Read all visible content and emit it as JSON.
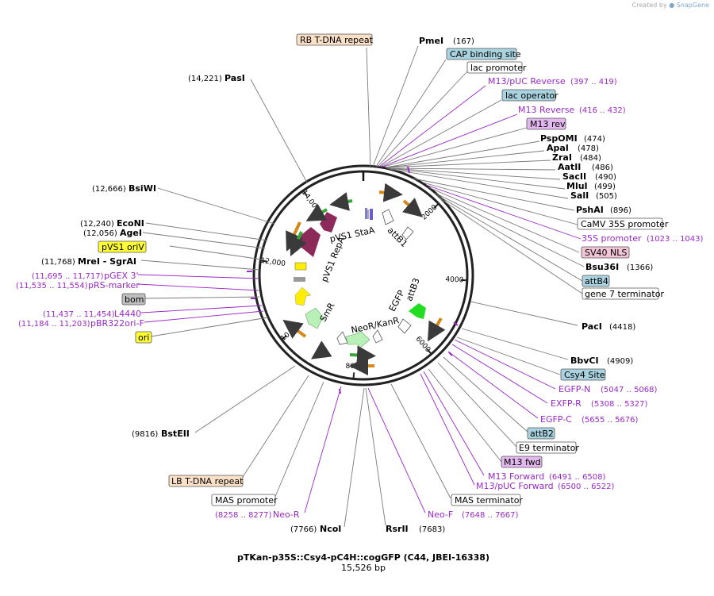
{
  "credit": {
    "prefix": "Created by",
    "brand": "SnapGene"
  },
  "plasmid": {
    "name": "pTKan-p35S::Csy4-pC4H::cogGFP (C44, JBEI-16338)",
    "length_label": "15,526 bp",
    "total_bp": 15526
  },
  "ticks": [
    {
      "bp": 2000,
      "label": "2000"
    },
    {
      "bp": 4000,
      "label": "4000"
    },
    {
      "bp": 6000,
      "label": "6000"
    },
    {
      "bp": 8000,
      "label": "8000"
    },
    {
      "bp": 10000,
      "label": "10,000"
    },
    {
      "bp": 12000,
      "label": "12,000"
    },
    {
      "bp": 14000,
      "label": "14,000"
    }
  ],
  "inner_features": [
    {
      "name": "pVS1 StaA"
    },
    {
      "name": "attB1"
    },
    {
      "name": "pVS1 RepA"
    },
    {
      "name": "SmR"
    },
    {
      "name": "EGFP"
    },
    {
      "name": "attB3"
    },
    {
      "name": "NeoR/KanR"
    }
  ],
  "labels": [
    {
      "kind": "feature",
      "text": "RB T-DNA repeat",
      "fill": "#fbe0c8"
    },
    {
      "kind": "enzyme",
      "text": "PmeI",
      "pos": "(167)"
    },
    {
      "kind": "feature",
      "text": "CAP binding site",
      "fill": "#a9d3e0"
    },
    {
      "kind": "feature",
      "text": "lac promoter",
      "fill": "#ffffff"
    },
    {
      "kind": "primer",
      "text": "M13/pUC Reverse",
      "pos": "(397 .. 419)"
    },
    {
      "kind": "feature",
      "text": "lac operator",
      "fill": "#a9d3e0"
    },
    {
      "kind": "primer",
      "text": "M13 Reverse",
      "pos": "(416 .. 432)"
    },
    {
      "kind": "feature",
      "text": "M13 rev",
      "fill": "#e3b8ee"
    },
    {
      "kind": "enzyme",
      "text": "PspOMI",
      "pos": "(474)"
    },
    {
      "kind": "enzyme",
      "text": "ApaI",
      "pos": "(478)"
    },
    {
      "kind": "enzyme",
      "text": "ZraI",
      "pos": "(484)"
    },
    {
      "kind": "enzyme",
      "text": "AatII",
      "pos": "(486)"
    },
    {
      "kind": "enzyme",
      "text": "SacII",
      "pos": "(490)"
    },
    {
      "kind": "enzyme",
      "text": "MluI",
      "pos": "(499)"
    },
    {
      "kind": "enzyme",
      "text": "SalI",
      "pos": "(505)"
    },
    {
      "kind": "enzyme",
      "text": "PshAI",
      "pos": "(896)"
    },
    {
      "kind": "feature",
      "text": "CaMV 35S promoter",
      "fill": "#ffffff"
    },
    {
      "kind": "primer",
      "text": "35S promoter",
      "pos": "(1023 .. 1043)"
    },
    {
      "kind": "feature",
      "text": "SV40 NLS",
      "fill": "#f1c4d6"
    },
    {
      "kind": "enzyme",
      "text": "Bsu36I",
      "pos": "(1366)"
    },
    {
      "kind": "feature",
      "text": "attB4",
      "fill": "#a9d3e0"
    },
    {
      "kind": "feature",
      "text": "gene 7 terminator",
      "fill": "#ffffff"
    },
    {
      "kind": "enzyme",
      "text": "PacI",
      "pos": "(4418)"
    },
    {
      "kind": "enzyme",
      "text": "BbvCI",
      "pos": "(4909)"
    },
    {
      "kind": "feature",
      "text": "Csy4 Site",
      "fill": "#a9d3e0"
    },
    {
      "kind": "primer",
      "text": "EGFP-N",
      "pos": "(5047 .. 5068)"
    },
    {
      "kind": "primer",
      "text": "EXFP-R",
      "pos": "(5308 .. 5327)"
    },
    {
      "kind": "primer",
      "text": "EGFP-C",
      "pos": "(5655 .. 5676)"
    },
    {
      "kind": "feature",
      "text": "attB2",
      "fill": "#a9d3e0"
    },
    {
      "kind": "feature",
      "text": "E9 terminator",
      "fill": "#ffffff"
    },
    {
      "kind": "feature",
      "text": "M13 fwd",
      "fill": "#e3b8ee"
    },
    {
      "kind": "primer",
      "text": "M13 Forward",
      "pos": "(6491 .. 6508)"
    },
    {
      "kind": "primer",
      "text": "M13/pUC Forward",
      "pos": "(6500 .. 6522)"
    },
    {
      "kind": "feature",
      "text": "MAS terminator",
      "fill": "#ffffff"
    },
    {
      "kind": "primer",
      "text": "Neo-F",
      "pos": "(7648 .. 7667)"
    },
    {
      "kind": "enzyme",
      "text": "RsrII",
      "pos": "(7683)"
    },
    {
      "kind": "enzyme",
      "text": "NcoI",
      "pos": "(7766)"
    },
    {
      "kind": "primer",
      "text": "Neo-R",
      "pos": "(8258 .. 8277)"
    },
    {
      "kind": "feature",
      "text": "MAS promoter",
      "fill": "#ffffff"
    },
    {
      "kind": "feature",
      "text": "LB T-DNA repeat",
      "fill": "#fbe0c8"
    },
    {
      "kind": "enzyme",
      "text": "BstEII",
      "pos": "(9816)"
    },
    {
      "kind": "feature",
      "text": "ori",
      "fill": "#ffff33"
    },
    {
      "kind": "primer",
      "text": "pBR322ori-F",
      "pos": "(11,184 .. 11,203)"
    },
    {
      "kind": "primer",
      "text": "L4440",
      "pos": "(11,437 .. 11,454)"
    },
    {
      "kind": "feature",
      "text": "bom",
      "fill": "#bfbfbf"
    },
    {
      "kind": "primer",
      "text": "pRS-marker",
      "pos": "(11,535 .. 11,554)"
    },
    {
      "kind": "primer",
      "text": "pGEX 3'",
      "pos": "(11,695 .. 11,717)"
    },
    {
      "kind": "enzyme",
      "text": "MreI - SgrAI",
      "pos": "(11,768)"
    },
    {
      "kind": "feature",
      "text": "pVS1 oriV",
      "fill": "#ffff33"
    },
    {
      "kind": "enzyme",
      "text": "AgeI",
      "pos": "(12,056)"
    },
    {
      "kind": "enzyme",
      "text": "EcoNI",
      "pos": "(12,240)"
    },
    {
      "kind": "enzyme",
      "text": "BsiWI",
      "pos": "(12,666)"
    },
    {
      "kind": "enzyme",
      "text": "PasI",
      "pos": "(14,221)"
    }
  ]
}
